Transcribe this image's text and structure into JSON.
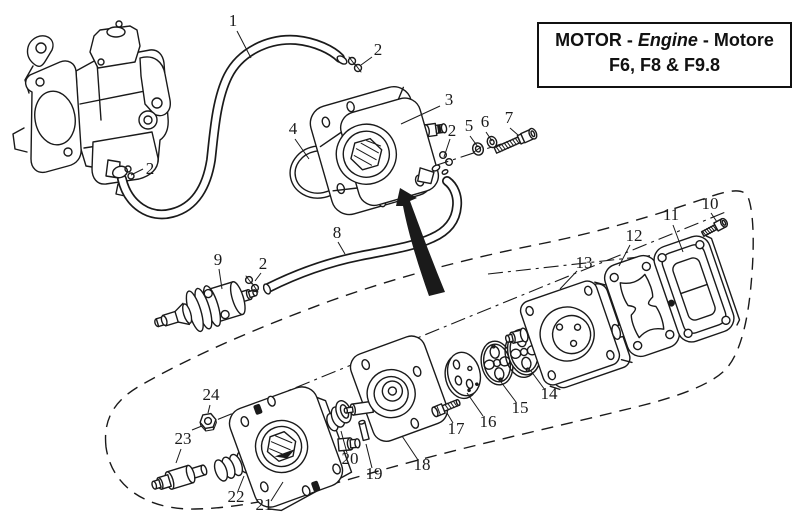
{
  "colors": {
    "ink": "#1a1a1a",
    "background": "#ffffff"
  },
  "title_box": {
    "segment_bold_1": "MOTOR - ",
    "segment_italic": "Engine",
    "segment_bold_2": " - Motore",
    "line2": "F6, F8 & F9.8"
  },
  "parts": {
    "hose_upper": "1",
    "clip": "2",
    "fuel_pump_assembly": "3",
    "o_ring": "4",
    "spring_washer": "5",
    "washer": "6",
    "bolt": "7",
    "hose_lower": "8",
    "fuel_filter": "9",
    "cover_screw": "10",
    "pump_cover": "11",
    "cover_gasket": "12",
    "pump_body": "13",
    "diaphragm_outer": "14",
    "diaphragm_inner": "15",
    "valve_plate": "16",
    "valve_screw": "17",
    "pump_base": "18",
    "pin": "19",
    "spring_seat": "20",
    "pump_housing": "21",
    "spring": "22",
    "plunger": "23",
    "nut": "24"
  }
}
